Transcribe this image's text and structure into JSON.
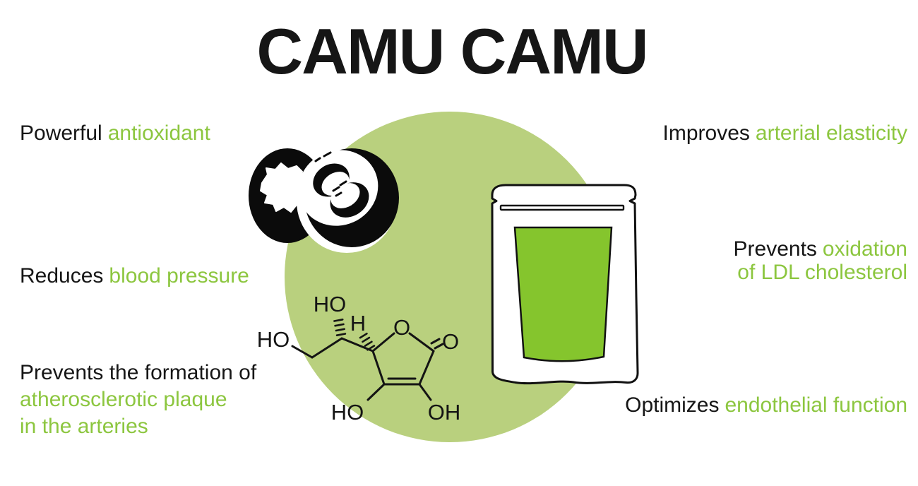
{
  "title": "CAMU CAMU",
  "colors": {
    "accent_green": "#8CC63F",
    "circle_green": "#B9D07E",
    "pouch_green": "#85C52D"
  },
  "benefits_left": [
    {
      "plain": "Powerful",
      "highlight": "antioxidant"
    },
    {
      "plain": "Reduces",
      "highlight": "blood pressure"
    },
    {
      "plain": "Prevents the formation of",
      "highlight_line1": "atherosclerotic plaque",
      "highlight_line2": "in the arteries"
    }
  ],
  "benefits_right": [
    {
      "plain": "Improves",
      "highlight": "arterial elasticity"
    },
    {
      "plain": "Prevents",
      "highlight": "oxidation",
      "highlight_line2": "of LDL cholesterol"
    },
    {
      "plain": "Optimizes",
      "highlight": "endothelial function"
    }
  ],
  "molecule": {
    "labels": {
      "ho_top": "HO",
      "ho_left": "HO",
      "h": "H",
      "o_ring": "O",
      "o_carbonyl": "O",
      "ho_bottom": "HO",
      "oh_bottom": "OH"
    }
  }
}
